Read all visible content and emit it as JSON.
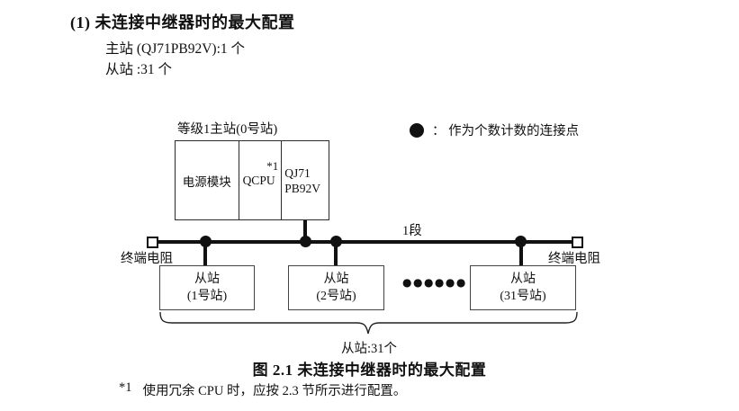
{
  "heading": {
    "title": "(1) 未连接中继器时的最大配置",
    "master_line": "主站 (QJ71PB92V):1 个",
    "slave_line": "从站 :31 个"
  },
  "legend": {
    "text": "： 作为个数计数的连接点"
  },
  "diagram": {
    "master": {
      "label": "等级1主站(0号站)",
      "modules": {
        "power": "电源模块",
        "cpu": "QCPU",
        "cpu_note": "*1",
        "pb_line1": "QJ71",
        "pb_line2": "PB92V"
      }
    },
    "segment_label": "1段",
    "terminator_left": "终端电阻",
    "terminator_right": "终端电阻",
    "slaves": [
      {
        "line1": "从站",
        "line2": "(1号站)"
      },
      {
        "line1": "从站",
        "line2": "(2号站)"
      },
      {
        "line1": "从站",
        "line2": "(31号站)"
      }
    ],
    "ellipsis": "●●●●●●",
    "slave_count": "从站:31个"
  },
  "caption": "图 2.1 未连接中继器时的最大配置",
  "footnote": {
    "marker": "*1",
    "text": "使用冗余 CPU 时，应按 2.3 节所示进行配置。"
  },
  "colors": {
    "ink": "#111111",
    "box_border": "#444444",
    "background": "#ffffff"
  }
}
